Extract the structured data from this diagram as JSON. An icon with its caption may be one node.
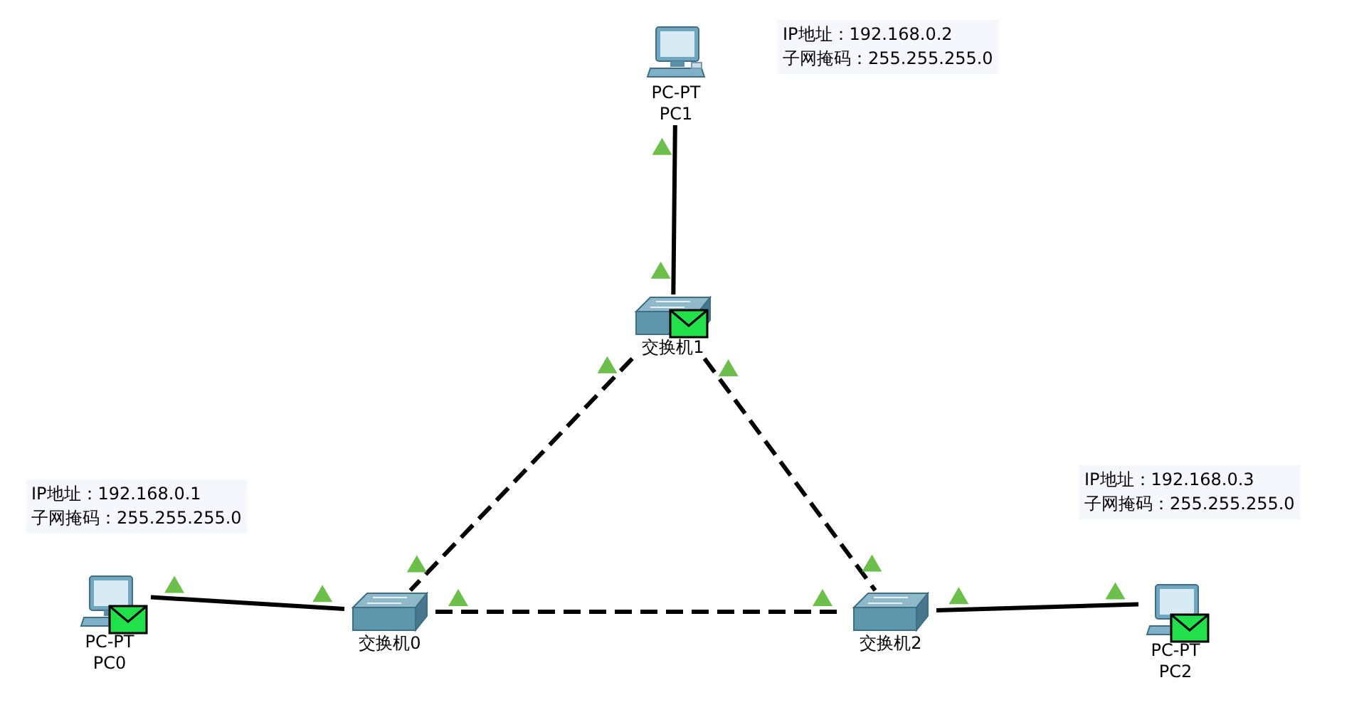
{
  "diagram": {
    "nodes": [
      {
        "text": [
          "PC-PT",
          "PC0"
        ],
        "beside": [
          "IP地址：192.168.0.1",
          "子网掩码：255.255.255.0"
        ]
      },
      {
        "text": [
          "PC-PT",
          "PC1"
        ],
        "beside": [
          "IP地址：192.168.0.2",
          "子网掩码：255.255.255.0"
        ]
      },
      {
        "text": [
          "交换机1"
        ]
      },
      {
        "text": [
          "交换机0"
        ]
      },
      {
        "text": [
          "交换机2"
        ]
      },
      {
        "text": [
          "PC-PT",
          "PC2"
        ],
        "beside": [
          "IP地址：192.168.0.3",
          "子网掩码：255.255.255.0"
        ]
      }
    ],
    "edges": [
      {
        "from": 1,
        "to": 2,
        "arrow": "none"
      },
      {
        "from": 2,
        "to": 3,
        "arrow": "none",
        "style": "dashed"
      },
      {
        "from": 2,
        "to": 4,
        "arrow": "none",
        "style": "dashed"
      },
      {
        "from": 0,
        "to": 3,
        "arrow": "none"
      },
      {
        "from": 3,
        "to": 4,
        "arrow": "none",
        "style": "dashed"
      },
      {
        "from": 4,
        "to": 5,
        "arrow": "none"
      }
    ]
  }
}
